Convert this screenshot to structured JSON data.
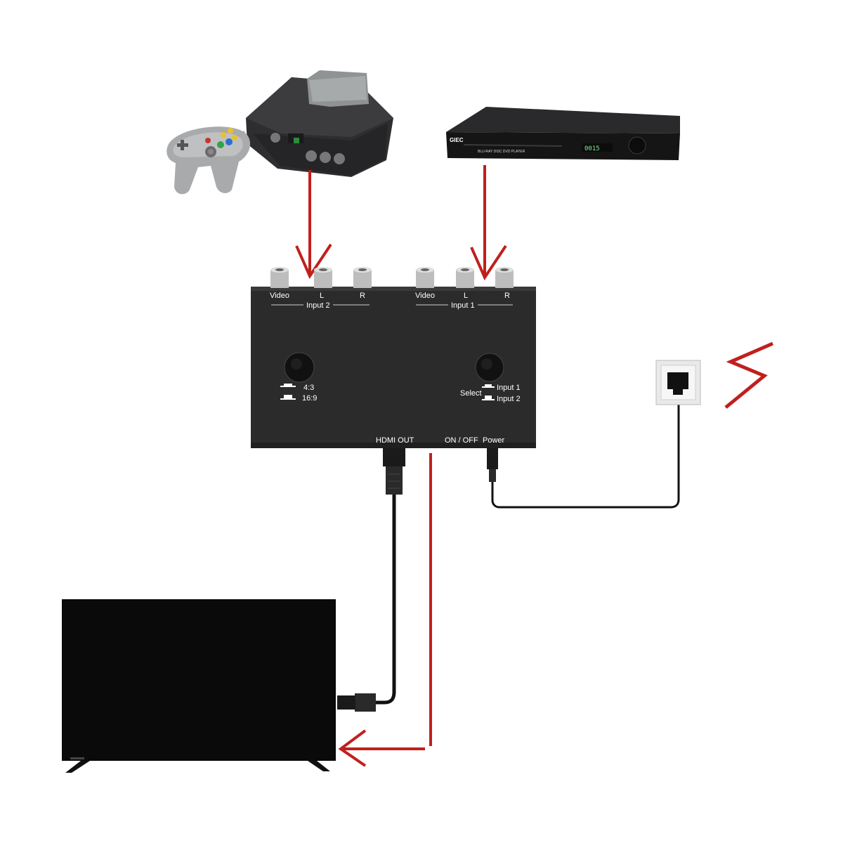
{
  "converter": {
    "input2": {
      "group_label": "Input 2",
      "video_label": "Video",
      "left_label": "L",
      "right_label": "R"
    },
    "input1": {
      "group_label": "Input 1",
      "video_label": "Video",
      "left_label": "L",
      "right_label": "R"
    },
    "aspect_switch": {
      "option_4_3": "4:3",
      "option_16_9": "16:9"
    },
    "select_switch": {
      "label": "Select",
      "option_input1": "Input 1",
      "option_input2": "Input 2"
    },
    "hdmi_out_label": "HDMI OUT",
    "power_switch_label": "ON / OFF",
    "power_label": "Power"
  },
  "blu_ray_player": {
    "brand": "GIEC",
    "model_text": "BLU-RAY DISC DVD PLAYER",
    "display": "0015"
  },
  "colors": {
    "arrow": "#c0201d",
    "converter_body": "#2b2b2b",
    "tv_body": "#0a0a0a",
    "cable": "#111111"
  }
}
